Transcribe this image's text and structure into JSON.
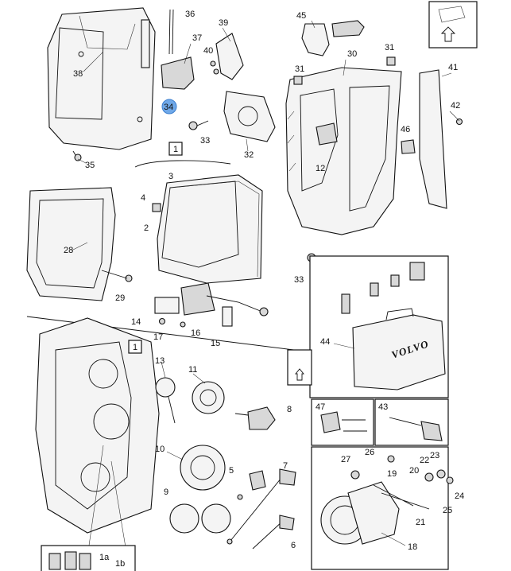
{
  "callouts": {
    "c1": "1",
    "c1b": "1",
    "c1a": "1a",
    "c1bb": "1b",
    "c2": "2",
    "c3": "3",
    "c4": "4",
    "c5": "5",
    "c6": "6",
    "c7": "7",
    "c8": "8",
    "c9": "9",
    "c10": "10",
    "c11": "11",
    "c12": "12",
    "c13": "13",
    "c14": "14",
    "c15": "15",
    "c16": "16",
    "c17": "17",
    "c18": "18",
    "c19": "19",
    "c20": "20",
    "c21": "21",
    "c22": "22",
    "c23": "23",
    "c24": "24",
    "c25": "25",
    "c26": "26",
    "c27": "27",
    "c28": "28",
    "c29": "29",
    "c30": "30",
    "c31a": "31",
    "c31b": "31",
    "c32": "32",
    "c33a": "33",
    "c33b": "33",
    "c34": "34",
    "c35": "35",
    "c36": "36",
    "c37": "37",
    "c38": "38",
    "c39": "39",
    "c40": "40",
    "c41": "41",
    "c42": "42",
    "c43": "43",
    "c44": "44",
    "c45": "45",
    "c46": "46",
    "c47": "47"
  },
  "case_brand": "VOLVO",
  "highlight_color": "#6fa8e8"
}
